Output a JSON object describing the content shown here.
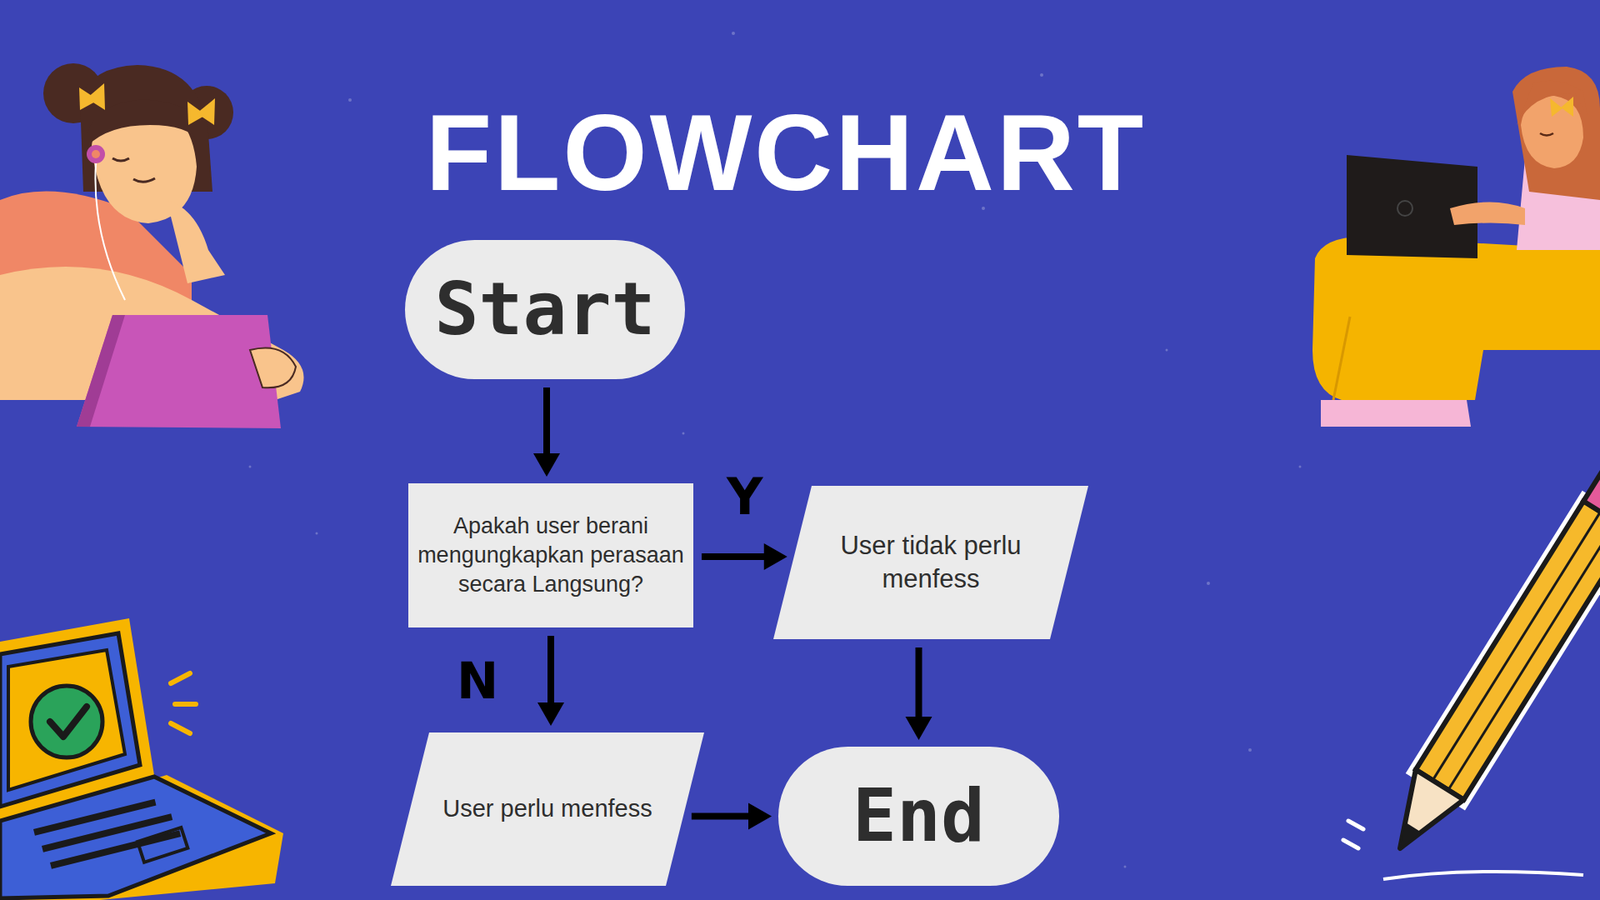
{
  "diagram": {
    "title": "FLOWCHART",
    "nodes": [
      {
        "text": [
          "Start"
        ]
      },
      {
        "text": [
          "Apakah user berani mengungkapkan perasaan secara Langsung?"
        ]
      },
      {
        "text": [
          "User tidak perlu menfess"
        ]
      },
      {
        "text": [
          "User perlu menfess"
        ]
      },
      {
        "text": [
          "End"
        ]
      }
    ],
    "edges": [
      {
        "from": 0,
        "to": 1,
        "arrow": "to"
      },
      {
        "from": 1,
        "to": 2,
        "arrow": "to",
        "label": "Y"
      },
      {
        "from": 1,
        "to": 3,
        "arrow": "to",
        "label": "N"
      },
      {
        "from": 2,
        "to": 4,
        "arrow": "to"
      },
      {
        "from": 3,
        "to": 4,
        "arrow": "to"
      }
    ]
  }
}
